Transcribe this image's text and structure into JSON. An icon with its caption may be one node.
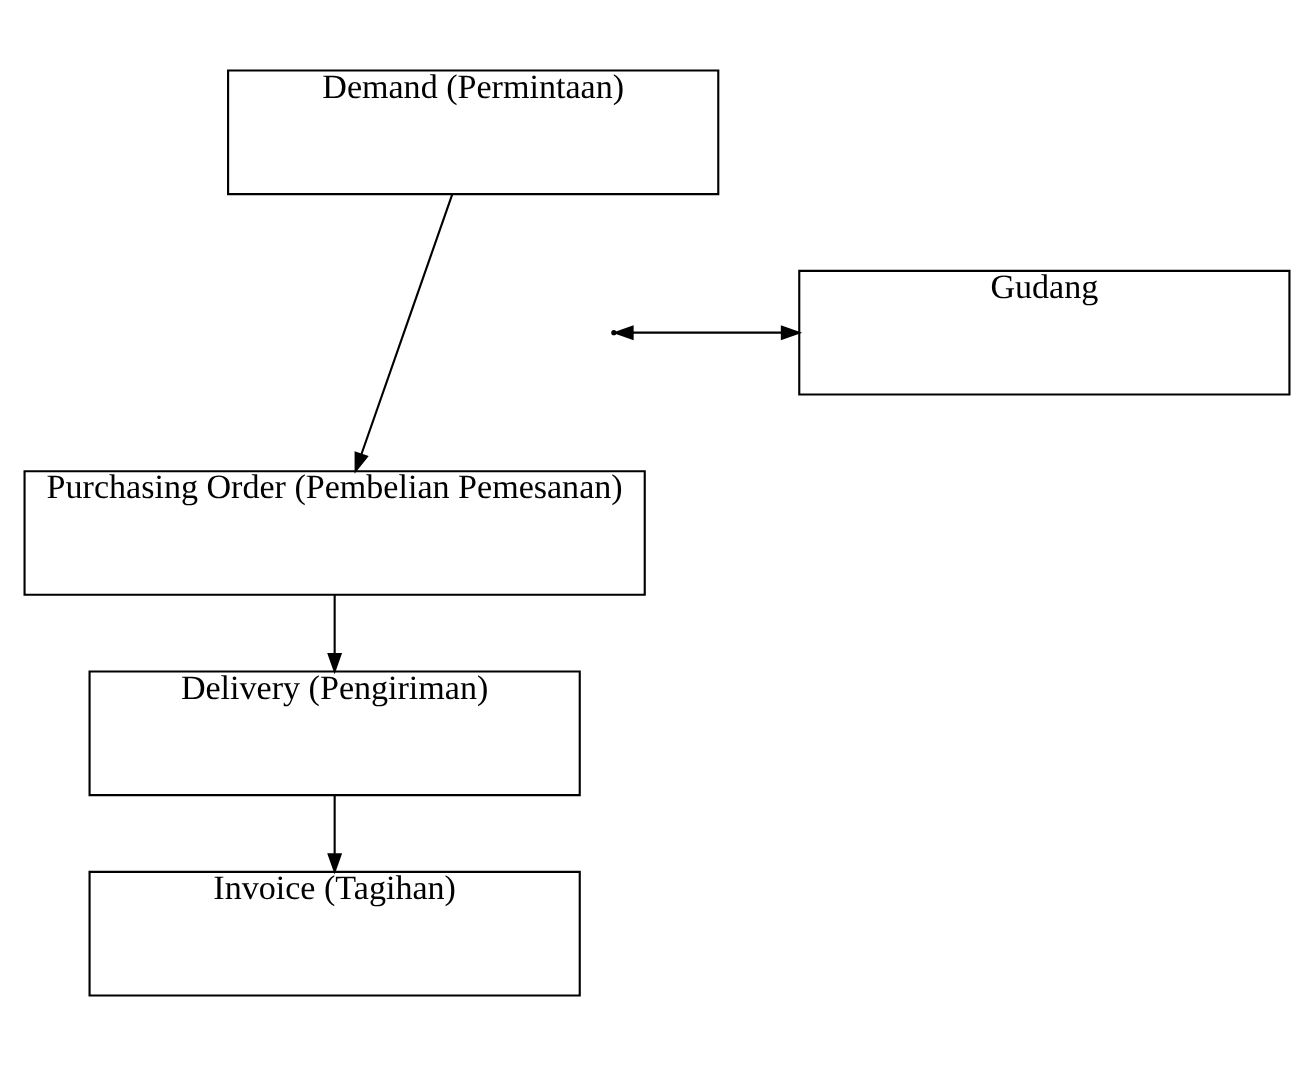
{
  "diagram": {
    "nodes": [
      {
        "text": [
          "Demand (Permintaan)"
        ]
      },
      {
        "text": [
          "Purchasing Order (Pembelian Pemesanan)"
        ]
      },
      {
        "text": [
          "Delivery (Pengiriman)"
        ]
      },
      {
        "text": [
          "Invoice (Tagihan)"
        ]
      },
      {
        "text": [
          "Gudang"
        ]
      }
    ],
    "edges": [
      {
        "from": 0,
        "to": 1,
        "arrow": "to"
      },
      {
        "from": 1,
        "to": 2,
        "arrow": "to"
      },
      {
        "from": 2,
        "to": 3,
        "arrow": "to"
      },
      {
        "from": null,
        "to": 4,
        "arrow": "both"
      }
    ]
  }
}
